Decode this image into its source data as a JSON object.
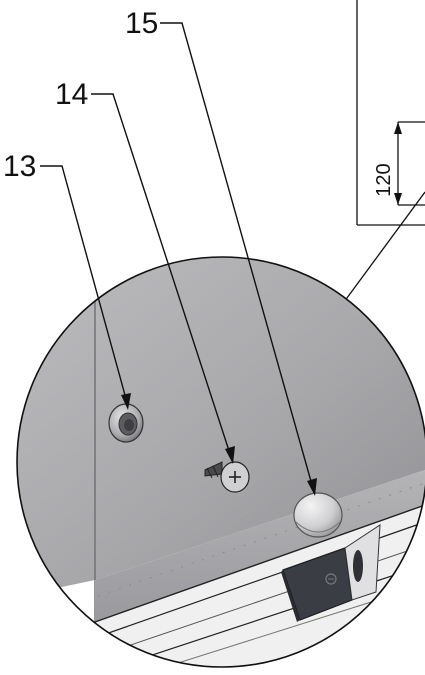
{
  "diagram": {
    "callouts": [
      {
        "id": "13",
        "label": "13",
        "part": "grommet"
      },
      {
        "id": "14",
        "label": "14",
        "part": "screw"
      },
      {
        "id": "15",
        "label": "15",
        "part": "cap"
      }
    ],
    "dimension": {
      "label": "120"
    },
    "colors": {
      "line": "#111111",
      "panel_light": "#b9b9bb",
      "panel_mid": "#a3a3a6",
      "panel_dark": "#8c8c90",
      "rail": "#ececec",
      "bracket": "#3b3d44",
      "cap": "#d7d7d9"
    }
  }
}
